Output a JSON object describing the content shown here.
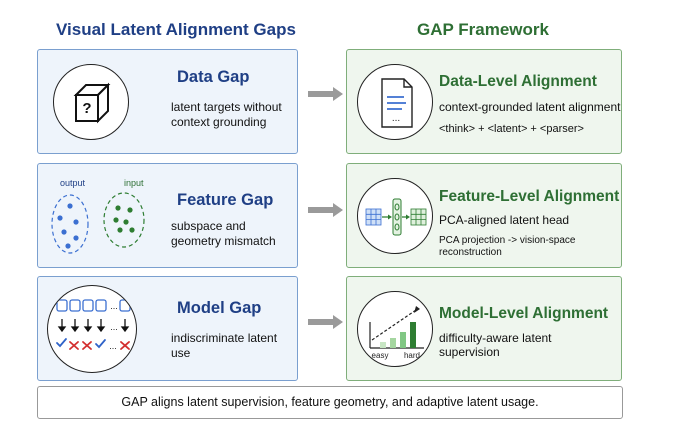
{
  "headers": {
    "left": "Visual Latent Alignment Gaps",
    "right": "GAP Framework"
  },
  "gaps": [
    {
      "title": "Data Gap",
      "desc_lines": [
        "latent targets without",
        "context grounding"
      ],
      "icon_text": "?"
    },
    {
      "title": "Feature Gap",
      "desc_lines": [
        "subspace and",
        "geometry mismatch"
      ],
      "cluster_labels": [
        "output",
        "input"
      ]
    },
    {
      "title": "Model Gap",
      "desc_lines": [
        "indiscriminate latent",
        "use"
      ],
      "ellipsis": "..."
    }
  ],
  "alignments": [
    {
      "title": "Data-Level Alignment",
      "desc": "context-grounded latent alignment",
      "sub": "<think> + <latent> + <parser>",
      "doc_text": "..."
    },
    {
      "title": "Feature-Level Alignment",
      "desc": "PCA-aligned latent head",
      "sub_lines": [
        "PCA projection -> vision-space",
        "reconstruction"
      ]
    },
    {
      "title": "Model-Level Alignment",
      "desc_lines": [
        "difficulty-aware latent",
        "supervision"
      ],
      "axis_labels": [
        "easy",
        "hard"
      ]
    }
  ],
  "summary": "GAP aligns latent supervision, feature geometry, and adaptive latent usage.",
  "colors": {
    "left_title": "#1f3f85",
    "right_title": "#2e6f34",
    "left_panel_bg": "#eef4fb",
    "left_panel_border": "#7a9fcf",
    "right_panel_bg": "#eff6ee",
    "right_panel_border": "#7fae7a",
    "arrow": "#9a9a9a",
    "output_dots": "#3b6fd1",
    "input_dots": "#2e7d32"
  },
  "icons": [
    "cube-icon",
    "cluster-icon",
    "token-icon",
    "document-icon",
    "latent-head-icon",
    "bar-chart-icon",
    "arrow-right-icon"
  ]
}
